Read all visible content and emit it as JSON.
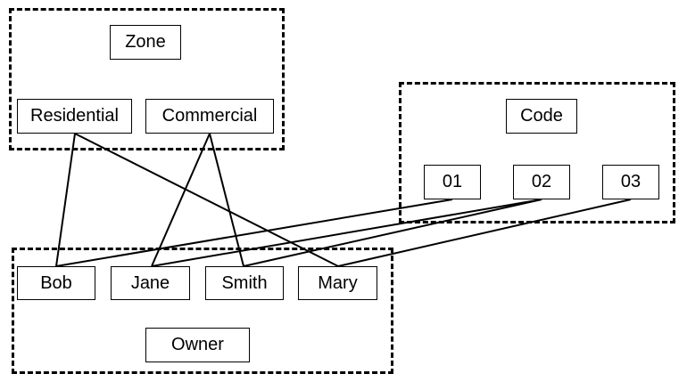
{
  "groups": {
    "zone": {
      "label": "Zone",
      "items": [
        "Residential",
        "Commercial"
      ]
    },
    "code": {
      "label": "Code",
      "items": [
        "01",
        "02",
        "03"
      ]
    },
    "owner": {
      "label": "Owner",
      "items": [
        "Bob",
        "Jane",
        "Smith",
        "Mary"
      ]
    }
  },
  "relations": [
    {
      "from": "Residential",
      "to": "Bob"
    },
    {
      "from": "Residential",
      "to": "Mary"
    },
    {
      "from": "Commercial",
      "to": "Jane"
    },
    {
      "from": "Commercial",
      "to": "Smith"
    },
    {
      "from": "01",
      "to": "Bob"
    },
    {
      "from": "02",
      "to": "Jane"
    },
    {
      "from": "02",
      "to": "Smith"
    },
    {
      "from": "03",
      "to": "Mary"
    }
  ]
}
